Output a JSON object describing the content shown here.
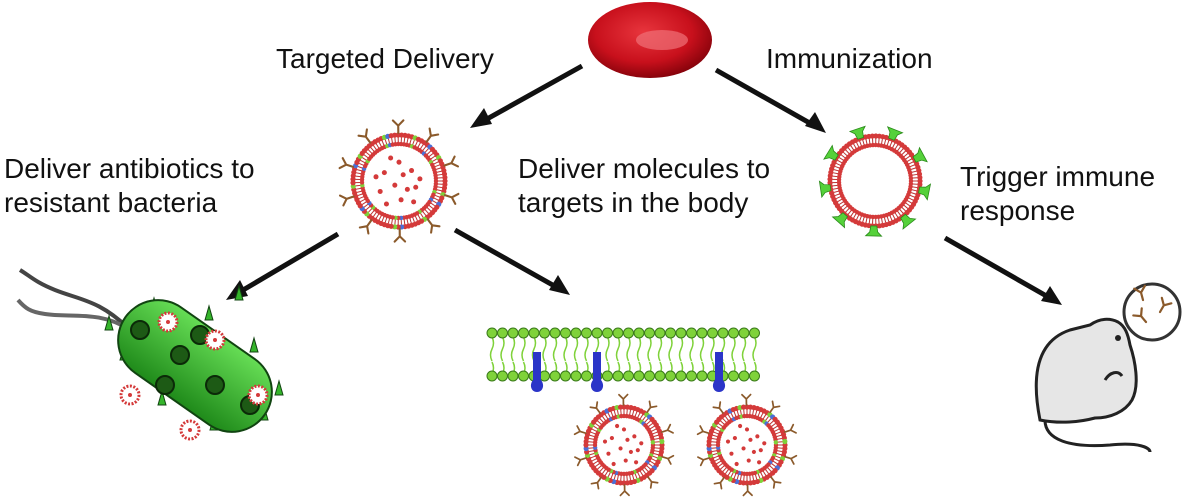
{
  "branches": {
    "left": {
      "label": "Targeted Delivery"
    },
    "right": {
      "label": "Immunization"
    }
  },
  "outcomes": {
    "bacteria": {
      "line1": "Deliver antibiotics to",
      "line2": "resistant bacteria"
    },
    "targets": {
      "line1": "Deliver molecules to",
      "line2": "targets in the body"
    },
    "immune": {
      "line1": "Trigger immune",
      "line2": "response"
    }
  },
  "colors": {
    "red_cell": "#c8101c",
    "membrane_red": "#d43a3a",
    "lipid_green": "#7fd23a",
    "antigen_green": "#55d13a",
    "bacteria_green": "#35b52b",
    "receptor_blue": "#2b35c8",
    "antibody_brown": "#8b5a2b",
    "mouse_gray": "#e6e6e6",
    "arrow": "#111111"
  },
  "icons": [
    "red-blood-cell-icon",
    "nanoparticle-icon",
    "antigen-nanoparticle-icon",
    "bacterium-icon",
    "cell-membrane-icon",
    "receptor-icon",
    "mouse-icon",
    "antibody-icon"
  ]
}
